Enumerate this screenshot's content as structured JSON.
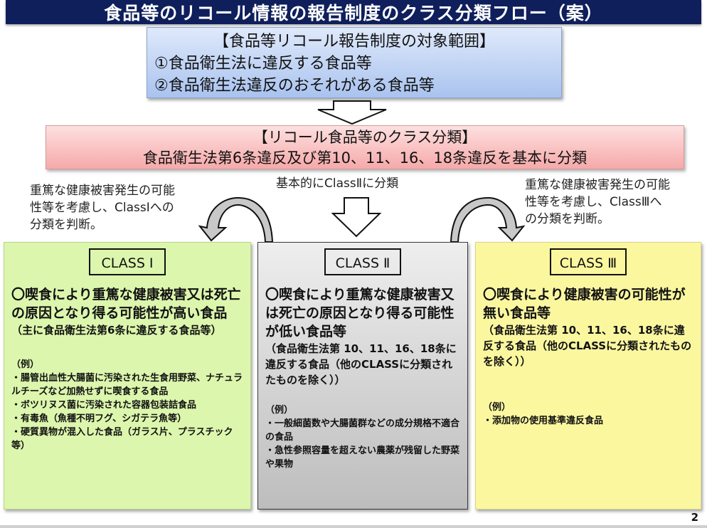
{
  "title": "食品等のリコール情報の報告制度のクラス分類フロー（案）",
  "scope": {
    "heading": "【食品等リコール報告制度の対象範囲】",
    "items": [
      "①食品衛生法に違反する食品等",
      "②食品衛生法違反のおそれがある食品等"
    ]
  },
  "classification": {
    "heading": "【リコール食品等のクラス分類】",
    "body": "食品衛生法第6条違反及び第10、11、16、18条違反を基本に分類"
  },
  "notes": {
    "left": [
      "重篤な健康被害発生の可能",
      "性等を考慮し、ClassIへの",
      "分類を判断。"
    ],
    "center": "基本的にClassⅡに分類",
    "right": [
      "重篤な健康被害発生の可能",
      "性等を考慮し、ClassⅢへ",
      "の分類を判断。"
    ]
  },
  "classes": [
    {
      "label": "CLASS Ⅰ",
      "lead": "〇喫食により重篤な健康被害又は死亡の原因となり得る可能性が高い食品",
      "sub": "（主に食品衛生法第6条に違反する食品等）",
      "example_heading": "（例）",
      "examples": [
        "・腸管出血性大腸菌に汚染された生食用野菜、ナチュラルチーズなど加熱せずに喫食する食品",
        "・ボツリヌス菌に汚染された容器包装詰食品",
        "・有毒魚（魚種不明フグ、シガテラ魚等）",
        "・硬質異物が混入した食品（ガラス片、プラスチック等）"
      ]
    },
    {
      "label": "CLASS Ⅱ",
      "lead": "〇喫食により重篤な健康被害又は死亡の原因となり得る可能性が低い食品等",
      "sub": "（食品衛生法第 10、11、16、18条に違反する食品（他のCLASSに分類されたものを除く））",
      "example_heading": "（例）",
      "examples": [
        "・一般細菌数や大腸菌群などの成分規格不適合の食品",
        "・急性参照容量を超えない農薬が残留した野菜や果物"
      ]
    },
    {
      "label": "CLASS Ⅲ",
      "lead": "〇喫食により健康被害の可能性が無い食品等",
      "sub": "（食品衛生法第 10、11、16、18条に違反する食品（他のCLASSに分類されたものを除く））",
      "example_heading": "（例）",
      "examples": [
        "・添加物の使用基準違反食品"
      ]
    }
  ],
  "page_number": "2",
  "colors": {
    "title_bg": "#0f1f5c",
    "class1_bg": "#dcf6ad",
    "class2_bg": "#bdbdbd",
    "class3_bg": "#fbf79f",
    "scope_bg": "#a9c3ef",
    "classification_bg": "#f6a9a9"
  }
}
